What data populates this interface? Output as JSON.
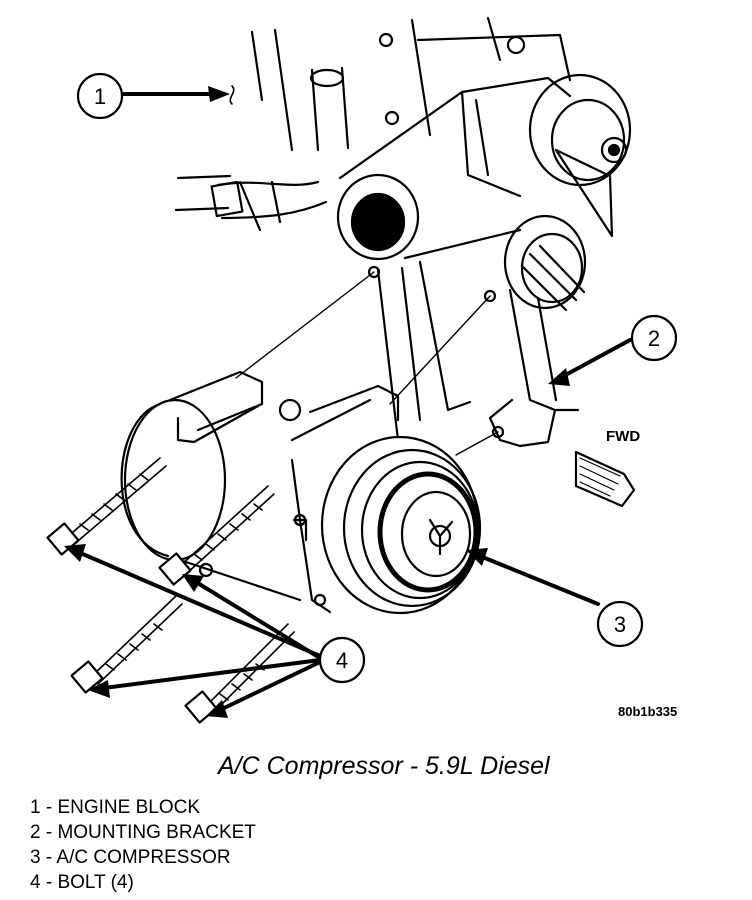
{
  "figure": {
    "fwd_label": "FWD",
    "figure_id": "80b1b335",
    "caption": "A/C Compressor - 5.9L Diesel",
    "callouts": [
      {
        "number": "1",
        "name": "ENGINE BLOCK"
      },
      {
        "number": "2",
        "name": "MOUNTING BRACKET"
      },
      {
        "number": "3",
        "name": "A/C COMPRESSOR"
      },
      {
        "number": "4",
        "name": "BOLT (4)"
      }
    ],
    "legend": [
      "1 - ENGINE BLOCK",
      "2 - MOUNTING BRACKET",
      "3 - A/C COMPRESSOR",
      "4 - BOLT (4)"
    ]
  }
}
